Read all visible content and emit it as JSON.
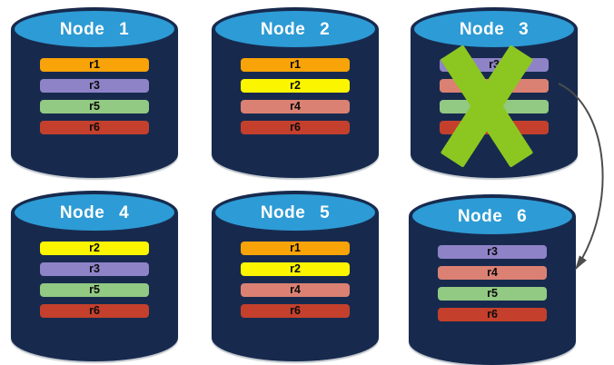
{
  "colors": {
    "cylinder_body": "#172A4E",
    "cylinder_top": "#2D9BD5",
    "failure_x": "#8CC721",
    "arrow": "#4D4D4D"
  },
  "nodes": [
    {
      "label": "Node 1",
      "failed": false,
      "replicas": [
        {
          "id": "r1",
          "color": "#F8A307"
        },
        {
          "id": "r3",
          "color": "#8F83C7"
        },
        {
          "id": "r5",
          "color": "#92C983"
        },
        {
          "id": "r6",
          "color": "#C4402C"
        }
      ]
    },
    {
      "label": "Node 2",
      "failed": false,
      "replicas": [
        {
          "id": "r1",
          "color": "#F8A307"
        },
        {
          "id": "r2",
          "color": "#FCF500"
        },
        {
          "id": "r4",
          "color": "#DB8173"
        },
        {
          "id": "r6",
          "color": "#C4402C"
        }
      ]
    },
    {
      "label": "Node 3",
      "failed": true,
      "replicas": [
        {
          "id": "r3",
          "color": "#8F83C7"
        },
        {
          "id": "r4",
          "color": "#DB8173"
        },
        {
          "id": "r5",
          "color": "#92C983"
        },
        {
          "id": "r6",
          "color": "#C4402C"
        }
      ]
    },
    {
      "label": "Node 4",
      "failed": false,
      "replicas": [
        {
          "id": "r2",
          "color": "#FCF500"
        },
        {
          "id": "r3",
          "color": "#8F83C7"
        },
        {
          "id": "r5",
          "color": "#92C983"
        },
        {
          "id": "r6",
          "color": "#C4402C"
        }
      ]
    },
    {
      "label": "Node 5",
      "failed": false,
      "replicas": [
        {
          "id": "r1",
          "color": "#F8A307"
        },
        {
          "id": "r2",
          "color": "#FCF500"
        },
        {
          "id": "r4",
          "color": "#DB8173"
        },
        {
          "id": "r6",
          "color": "#C4402C"
        }
      ]
    },
    {
      "label": "Node 6",
      "failed": false,
      "replicas": [
        {
          "id": "r3",
          "color": "#8F83C7"
        },
        {
          "id": "r4",
          "color": "#DB8173"
        },
        {
          "id": "r5",
          "color": "#92C983"
        },
        {
          "id": "r6",
          "color": "#C4402C"
        }
      ]
    }
  ]
}
